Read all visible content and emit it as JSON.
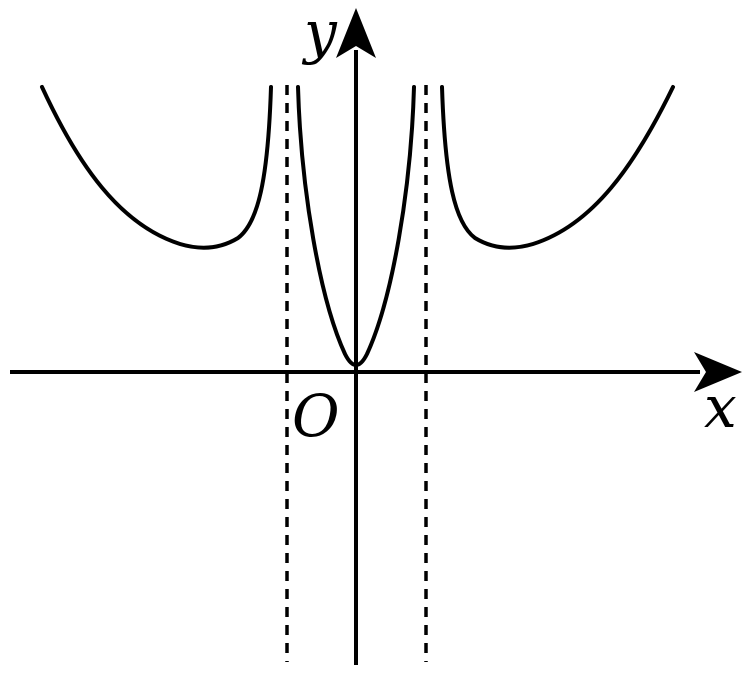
{
  "labels": {
    "y_axis": "y",
    "x_axis": "x",
    "origin": "O"
  }
}
